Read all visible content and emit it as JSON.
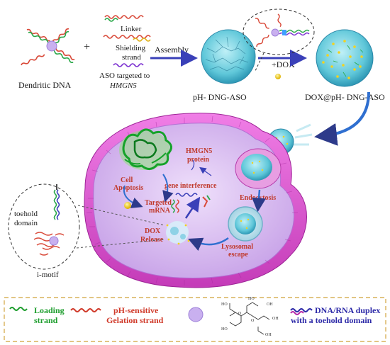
{
  "top": {
    "dendritic_dna": "Dendritic DNA",
    "plus": "+",
    "linker": "Linker",
    "shielding_line1": "Shielding",
    "shielding_line2": "strand",
    "aso_line1": "ASO targeted to",
    "aso_line2": "HMGN5",
    "assembly": "Assembly",
    "dox_add": "+DOX",
    "ph_dng_aso": "pH- DNG-ASO",
    "dox_ph_dng_aso": "DOX@pH- DNG-ASO"
  },
  "cell": {
    "hmgn5_line1": "HMGN5",
    "hmgn5_line2": "protein",
    "apoptosis_line1": "Cell",
    "apoptosis_line2": "Apoptosis",
    "gene_interference": "gene interference",
    "targeted_line1": "Targeted",
    "targeted_line2": "mRNA",
    "endocytosis": "Endocytosis",
    "dox_release_line1": "DOX",
    "dox_release_line2": "Release",
    "lysosomal_line1": "Lysosomal",
    "lysosomal_line2": "escape"
  },
  "inset": {
    "toehold_line1": "toehold",
    "toehold_line2": "domain",
    "imotif": "i-motif"
  },
  "legend": {
    "loading_line1": "Loading",
    "loading_line2": "strand",
    "ph_line1": "pH-sensitive",
    "ph_line2": "Gelation strand",
    "duplex_line1": "DNA/RNA duplex",
    "duplex_line2": "with a toehold domain"
  },
  "colors": {
    "cell_membrane": "#e455d6",
    "cytoplasm": "#d9b9f0",
    "nanogel": "#5fc7d9",
    "dox": "#f4d21d",
    "legend_border": "#d9b25a"
  }
}
